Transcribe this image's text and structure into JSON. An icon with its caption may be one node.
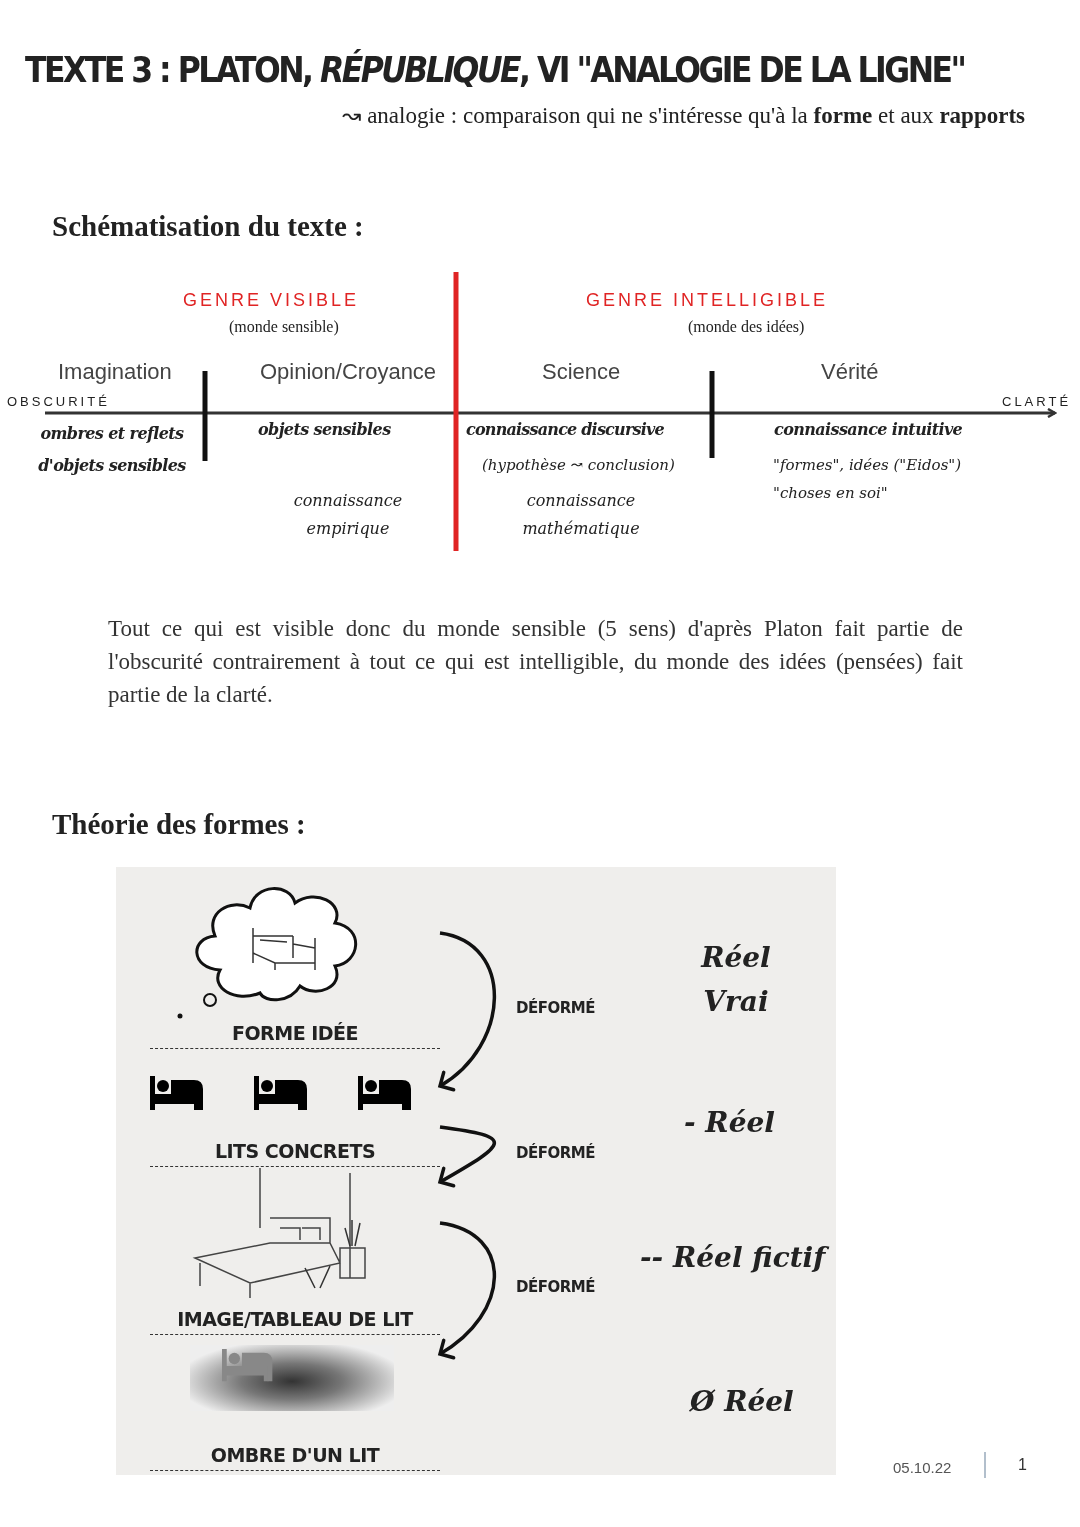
{
  "diagram": {
    "title": "TEXTE 3 : PLATON, *RÉPUBLIQUE*, VI \"ANALOGIE DE LA LIGNE\"",
    "nodes": [
      {
        "text": [
          "FORME IDÉE"
        ]
      },
      {
        "text": [
          "LITS CONCRETS"
        ]
      },
      {
        "text": [
          "IMAGE/TABLEAU DE LIT"
        ]
      },
      {
        "text": [
          "OMBRE D'UN LIT"
        ]
      }
    ],
    "edges": [
      {
        "from": 0,
        "to": 1,
        "arrow": "to",
        "label": "DÉFORMÉ"
      },
      {
        "from": 1,
        "to": 2,
        "arrow": "to",
        "label": "DÉFORMÉ"
      },
      {
        "from": 2,
        "to": 3,
        "arrow": "to",
        "label": "DÉFORMÉ"
      }
    ],
    "labels": [
      "↝ analogie : comparaison qui ne s'intéresse qu'à la **forme** et aux **rapports**",
      "Schématisation du texte :",
      "GENRE VISIBLE",
      "(monde sensible)",
      "GENRE INTELLIGIBLE",
      "(monde des idées)",
      "Imagination",
      "Opinion/Croyance",
      "Science",
      "Vérité",
      "OBSCURITÉ",
      "CLARTÉ",
      "ombres et reflets d'objets sensibles",
      "objets sensibles",
      "connaissance discursive",
      "connaissance intuitive",
      "(hypothèse ↝ conclusion)",
      "\"formes\", idées (\"Eidos\")",
      "\"choses en soi\"",
      "connaissance empirique",
      "connaissance mathématique",
      "Tout ce qui est visible donc du monde sensible (5 sens) d'après Platon fait partie de l'obscurité contrairement à tout ce qui est intelligible, du monde des idées (pensées) fait partie de la clarté.",
      "Théorie des formes :",
      "Réel Vrai",
      "- Réel",
      "-- Réel fictif",
      "Ø Réel",
      "05.10.22",
      "1"
    ]
  }
}
